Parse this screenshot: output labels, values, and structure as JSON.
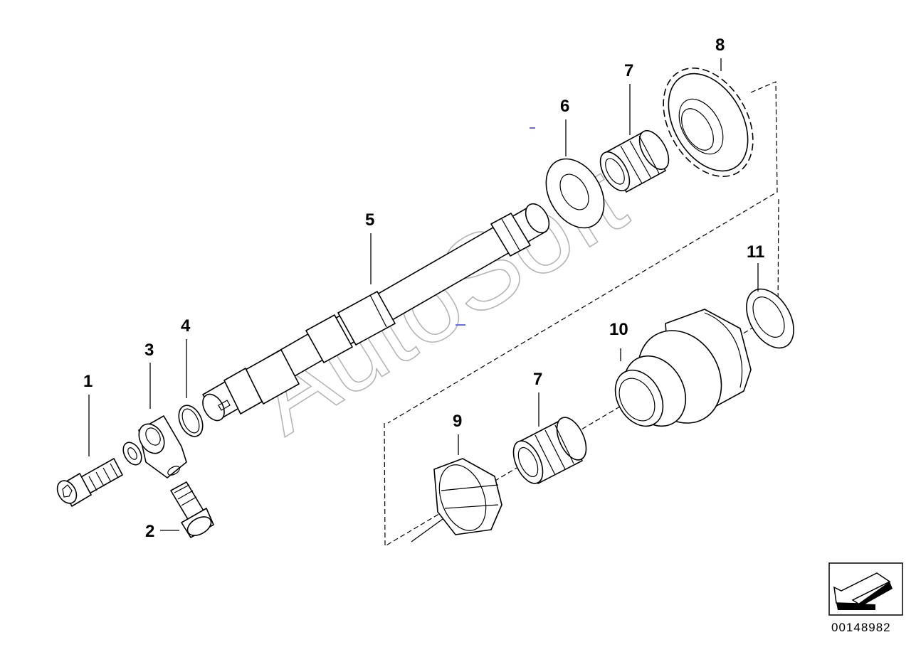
{
  "watermark": "AutoSoft",
  "document_number": "00148982",
  "callouts": {
    "p1": "1",
    "p2": "2",
    "p3": "3",
    "p4": "4",
    "p5": "5",
    "p6": "6",
    "p7a": "7",
    "p7b": "7",
    "p8": "8",
    "p9": "9",
    "p10": "10",
    "p11": "11"
  },
  "icons": {
    "direction_indicator": "arrow-down-left-icon"
  }
}
